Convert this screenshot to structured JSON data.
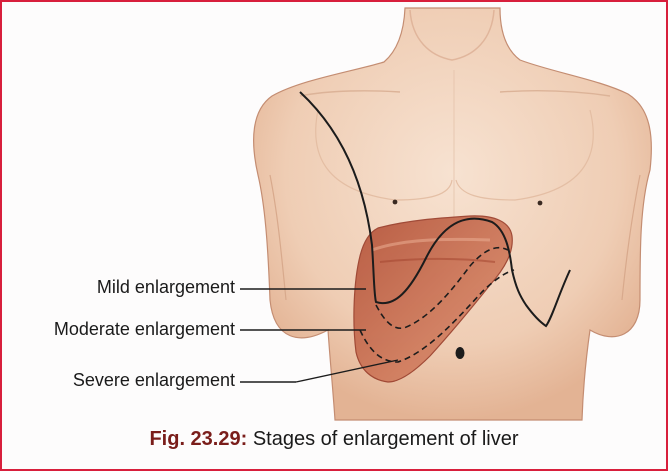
{
  "figure": {
    "labels": {
      "mild": "Mild enlargement",
      "moderate": "Moderate enlargement",
      "severe": "Severe enlargement"
    },
    "caption": {
      "number": "Fig. 23.29:",
      "text": "Stages of enlargement of liver"
    }
  },
  "colors": {
    "frame": "#d81f3c",
    "skin": "#f2d6c0",
    "liver": "#c46a4c",
    "caption_number": "#7a1d1a"
  }
}
